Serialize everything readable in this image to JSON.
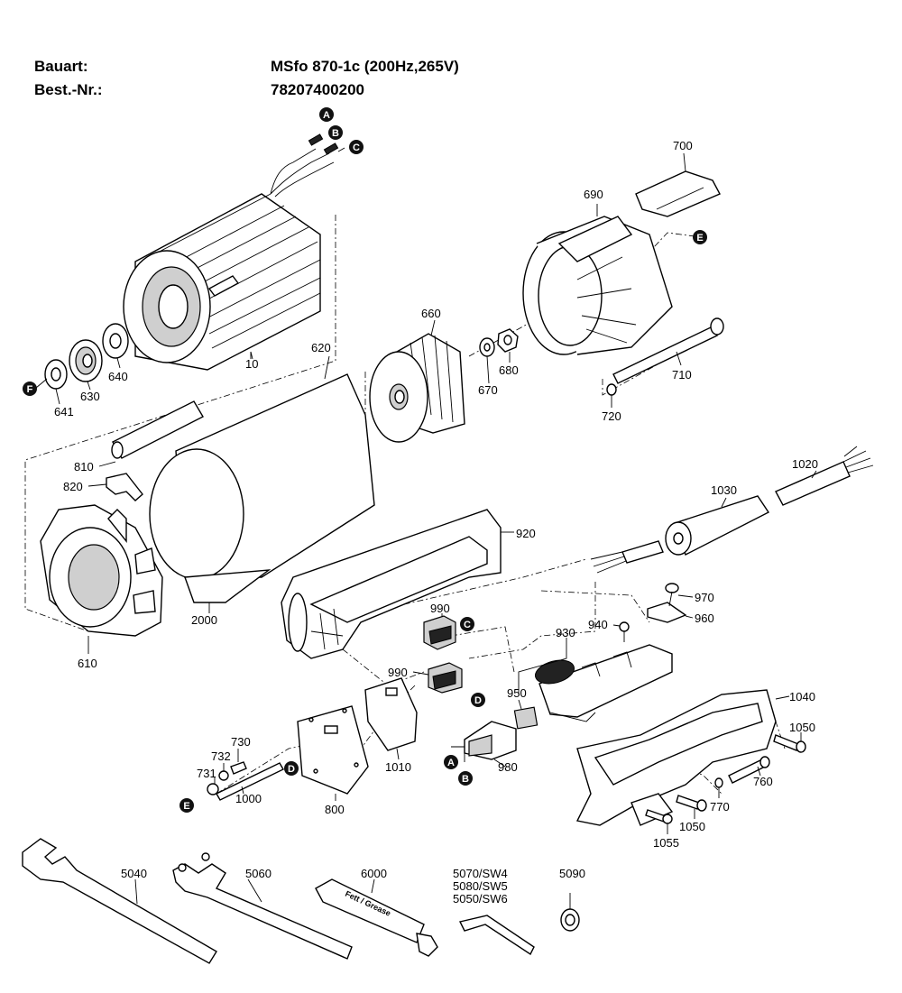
{
  "header": {
    "bauart_label": "Bauart:",
    "bauart_value": "MSfo 870-1c (200Hz,265V)",
    "bestnr_label": "Best.-Nr.:",
    "bestnr_value": "78207400200"
  },
  "parts": {
    "p10": "10",
    "p610": "610",
    "p620": "620",
    "p630": "630",
    "p640": "640",
    "p641": "641",
    "p660": "660",
    "p670": "670",
    "p680": "680",
    "p690": "690",
    "p700": "700",
    "p710": "710",
    "p720": "720",
    "p730": "730",
    "p731": "731",
    "p732": "732",
    "p760": "760",
    "p770": "770",
    "p800": "800",
    "p810": "810",
    "p820": "820",
    "p920": "920",
    "p930": "930",
    "p940": "940",
    "p950": "950",
    "p960": "960",
    "p970": "970",
    "p980": "980",
    "p990a": "990",
    "p990b": "990",
    "p1000": "1000",
    "p1010": "1010",
    "p1020": "1020",
    "p1030": "1030",
    "p1040": "1040",
    "p1050a": "1050",
    "p1050b": "1050",
    "p1055": "1055",
    "p2000": "2000",
    "p5040": "5040",
    "p5060": "5060",
    "p6000": "6000",
    "p5070": "5070/SW4",
    "p5080": "5080/SW5",
    "p5050": "5050/SW6",
    "p5090": "5090",
    "grease_tube_text": "Fett / Grease"
  },
  "callouts": {
    "a1": "A",
    "b1": "B",
    "c1": "C",
    "e1": "E",
    "f1": "F",
    "c2": "C",
    "d1": "D",
    "d2": "D",
    "a2": "A",
    "b2": "B",
    "e2": "E"
  }
}
